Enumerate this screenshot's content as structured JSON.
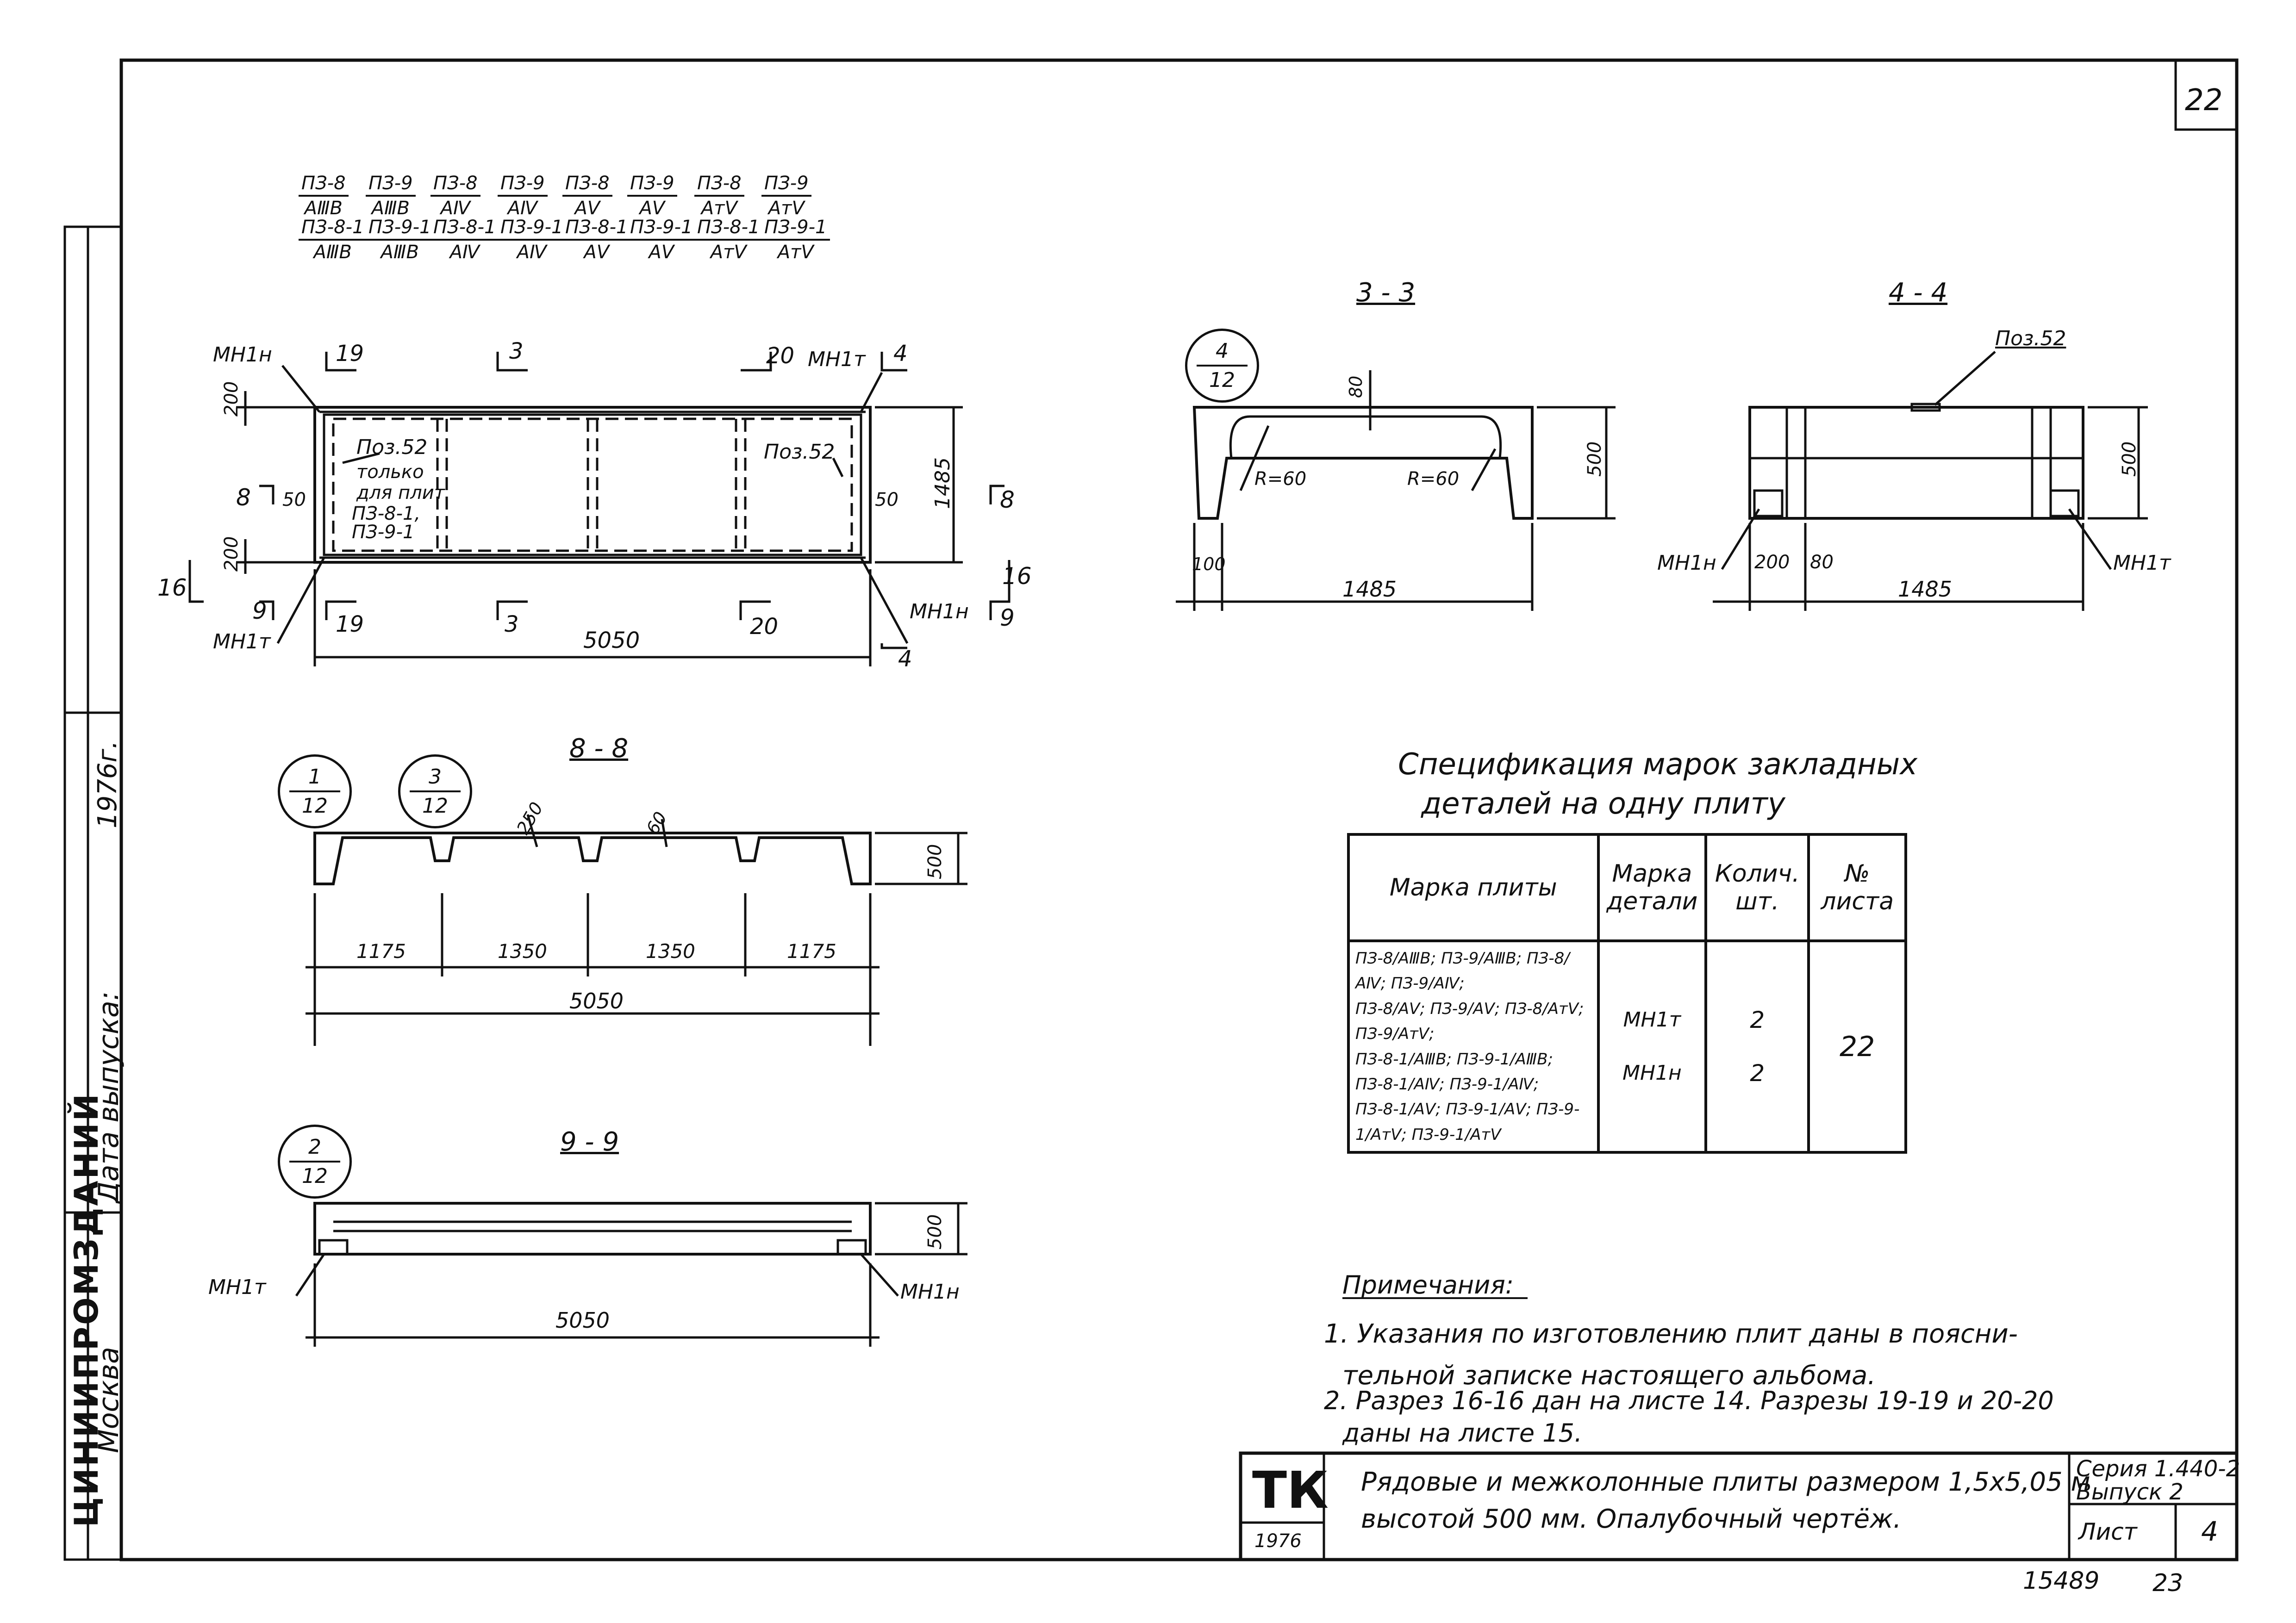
{
  "sheet_number": "22",
  "header_marks": [
    {
      "n": "ПЗ-8",
      "d": "АⅢВ"
    },
    {
      "n": "ПЗ-9",
      "d": "АⅢВ"
    },
    {
      "n": "ПЗ-8",
      "d": "АⅣ"
    },
    {
      "n": "ПЗ-9",
      "d": "АⅣ"
    },
    {
      "n": "ПЗ-8",
      "d": "АⅤ"
    },
    {
      "n": "ПЗ-9",
      "d": "АⅤ"
    },
    {
      "n": "ПЗ-8",
      "d": "АтⅤ"
    },
    {
      "n": "ПЗ-9",
      "d": "АтⅤ"
    },
    {
      "n": "ПЗ-8-1",
      "d": "АⅢВ"
    },
    {
      "n": "ПЗ-9-1",
      "d": "АⅢВ"
    },
    {
      "n": "ПЗ-8-1",
      "d": "АⅣ"
    },
    {
      "n": "ПЗ-9-1",
      "d": "АⅣ"
    },
    {
      "n": "ПЗ-8-1",
      "d": "АⅤ"
    },
    {
      "n": "ПЗ-9-1",
      "d": "АⅤ"
    },
    {
      "n": "ПЗ-8-1",
      "d": "АтⅤ"
    },
    {
      "n": "ПЗ-9-1",
      "d": "АтⅤ"
    }
  ],
  "plan": {
    "labels": {
      "mn1n_top": "МН1н",
      "mn1t_top": "МН1т",
      "mn1t_bottom": "МН1т",
      "mn1n_bottom": "МН1н",
      "s19_top": "19",
      "s3_top": "3",
      "s20_top": "20",
      "s4_top": "4",
      "s19_bot": "19",
      "s3_bot": "3",
      "s20_bot": "20",
      "s4_bot": "4",
      "s8_left": "8",
      "s8_right": "8",
      "s16_left": "16",
      "s16_right": "16",
      "s9_left": "9",
      "s9_right": "9",
      "d200a": "200",
      "d200b": "200",
      "d50a": "50",
      "d50b": "50",
      "d1485": "1485",
      "d5050": "5050",
      "poz52_left": "Поз.52",
      "poz52_right": "Поз.52",
      "note1": "только",
      "note2": "для плит",
      "note3": "ПЗ-8-1,",
      "note4": "ПЗ-9-1"
    }
  },
  "section_3_3": {
    "title": "3 - 3",
    "ref_n": "4",
    "ref_d": "12",
    "d80": "80",
    "d500": "500",
    "r1": "R=60",
    "r2": "R=60",
    "d100": "100",
    "d1485": "1485"
  },
  "section_4_4": {
    "title": "4 - 4",
    "poz": "Поз.52",
    "d500": "500",
    "mn1n": "МН1н",
    "mn1t": "МН1т",
    "d200": "200",
    "d80": "80",
    "d1485": "1485"
  },
  "section_8_8": {
    "title": "8 - 8",
    "ref1_n": "1",
    "ref1_d": "12",
    "ref2_n": "3",
    "ref2_d": "12",
    "d250": "250",
    "d60": "60",
    "d500": "500",
    "d1175a": "1175",
    "d1350a": "1350",
    "d1350b": "1350",
    "d1175b": "1175",
    "d5050": "5050"
  },
  "section_9_9": {
    "title": "9 - 9",
    "ref_n": "2",
    "ref_d": "12",
    "d500": "500",
    "mn1t": "МН1т",
    "mn1n": "МН1н",
    "d5050": "5050"
  },
  "spec": {
    "title1": "Спецификация марок закладных",
    "title2": "деталей на одну плиту",
    "col1": "Марка плиты",
    "col2": "Марка детали",
    "col3": "Колич. шт.",
    "col4": "№ листа",
    "rows_marks": [
      "ПЗ-8/АⅢВ; ПЗ-9/АⅢВ; ПЗ-8/АⅣ; ПЗ-9/АⅣ;",
      "ПЗ-8/АⅤ; ПЗ-9/АⅤ; ПЗ-8/АтⅤ; ПЗ-9/АтⅤ;",
      "ПЗ-8-1/АⅢВ; ПЗ-9-1/АⅢВ; ПЗ-8-1/АⅣ; ПЗ-9-1/АⅣ;",
      "ПЗ-8-1/АⅤ; ПЗ-9-1/АⅤ; ПЗ-9-1/АтⅤ; ПЗ-9-1/АтⅤ"
    ],
    "det1": "МН1т",
    "det2": "МН1н",
    "qty1": "2",
    "qty2": "2",
    "sheet": "22"
  },
  "notes": {
    "title": "Примечания:",
    "line1": "1. Указания по изготовлению плит даны в поясни-",
    "line2": "тельной записке настоящего альбома.",
    "line3": "2. Разрез 16-16 дан на листе 14. Разрезы 19-19 и 20-20",
    "line4": "даны на листе 15."
  },
  "stamp": {
    "org": "ТК",
    "year": "1976",
    "desc1": "Рядовые и межколонные плиты размером 1,5х5,05 м",
    "desc2": "высотой 500 мм. Опалубочный чертёж.",
    "series": "Серия 1.440-2",
    "issue": "Выпуск 2",
    "sheet_label": "Лист",
    "sheet_no": "4"
  },
  "side_stamp": {
    "org": "ЦИНИИПРОМЗДАНИЙ",
    "city": "Москва",
    "date_label": "Дата выпуска:",
    "year": "1976г."
  },
  "bottom": {
    "num": "15489",
    "page": "23"
  }
}
